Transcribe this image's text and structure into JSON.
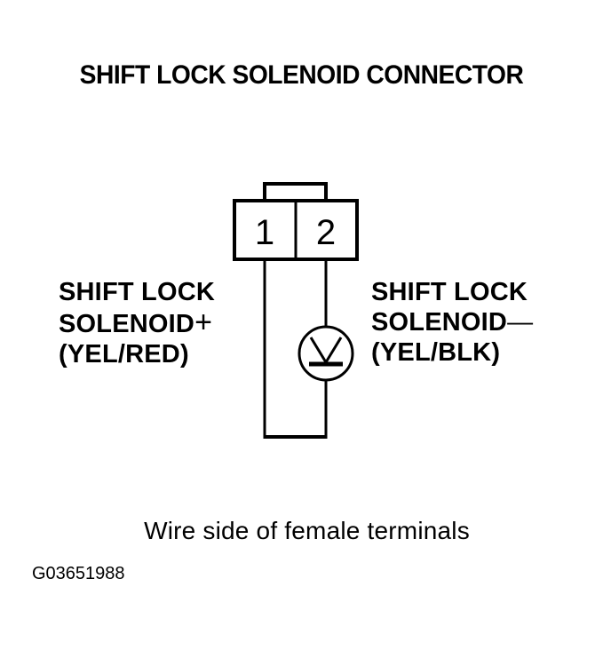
{
  "title": "SHIFT LOCK SOLENOID CONNECTOR",
  "connector": {
    "pins": [
      {
        "number": "1"
      },
      {
        "number": "2"
      }
    ]
  },
  "labels": {
    "left": {
      "line1": "SHIFT LOCK",
      "line2": "SOLENOID",
      "polarity": "+",
      "line3": "(YEL/RED)"
    },
    "right": {
      "line1": "SHIFT LOCK",
      "line2": "SOLENOID",
      "polarity": "—",
      "line3": "(YEL/BLK)"
    }
  },
  "meter_symbol": "voltmeter-icon",
  "caption": "Wire side of female terminals",
  "figure_id": "G03651988",
  "colors": {
    "line": "#000000",
    "background": "#ffffff"
  }
}
